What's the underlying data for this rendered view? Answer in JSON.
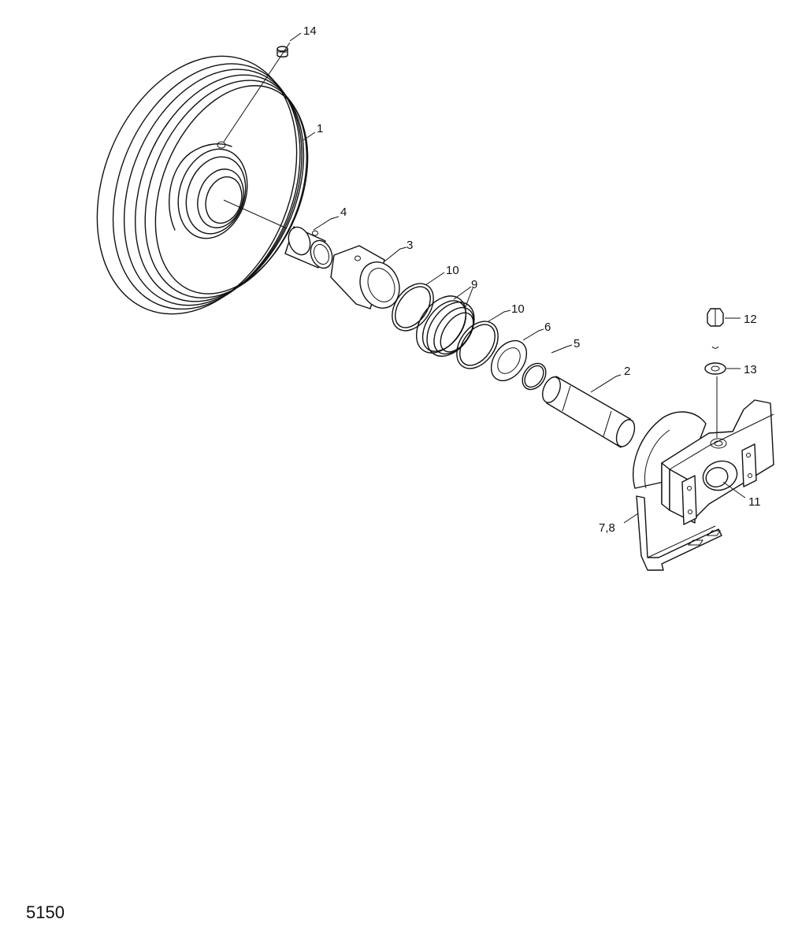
{
  "diagram": {
    "page_code": "5150",
    "callouts": [
      {
        "id": "14",
        "text": "14"
      },
      {
        "id": "1",
        "text": "1"
      },
      {
        "id": "4",
        "text": "4"
      },
      {
        "id": "3",
        "text": "3"
      },
      {
        "id": "10a",
        "text": "10"
      },
      {
        "id": "9",
        "text": "9"
      },
      {
        "id": "10b",
        "text": "10"
      },
      {
        "id": "6",
        "text": "6"
      },
      {
        "id": "5",
        "text": "5"
      },
      {
        "id": "2",
        "text": "2"
      },
      {
        "id": "12",
        "text": "12"
      },
      {
        "id": "13",
        "text": "13"
      },
      {
        "id": "11",
        "text": "11"
      },
      {
        "id": "78",
        "text": "7,8"
      }
    ]
  }
}
